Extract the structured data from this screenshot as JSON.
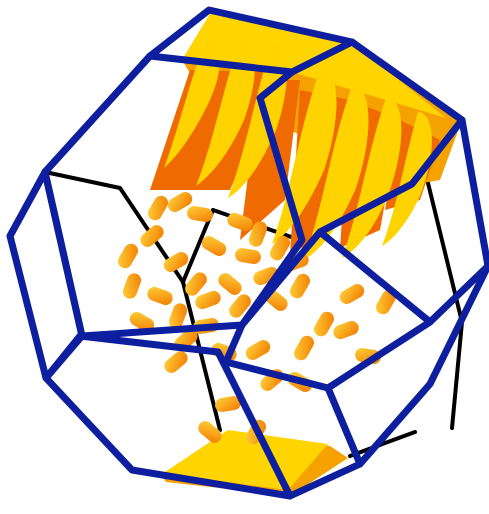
{
  "figure": {
    "kind": "truncated-octahedron-illustration",
    "colors": {
      "front_edge": "#0d1f9e",
      "back_edge": "#000000",
      "tile_light": "#ffd400",
      "tile_shadow": "#f5a100",
      "stripe_dark": "#ef6a00",
      "stripe_light": "#ffd300",
      "particle_light": "#ffd23a",
      "particle_dark": "#f27a00",
      "background": "#ffffff"
    },
    "elements": [
      "top-growth-tile",
      "bottom-base-tile",
      "falling-particles",
      "polyhedron-wireframe"
    ]
  }
}
